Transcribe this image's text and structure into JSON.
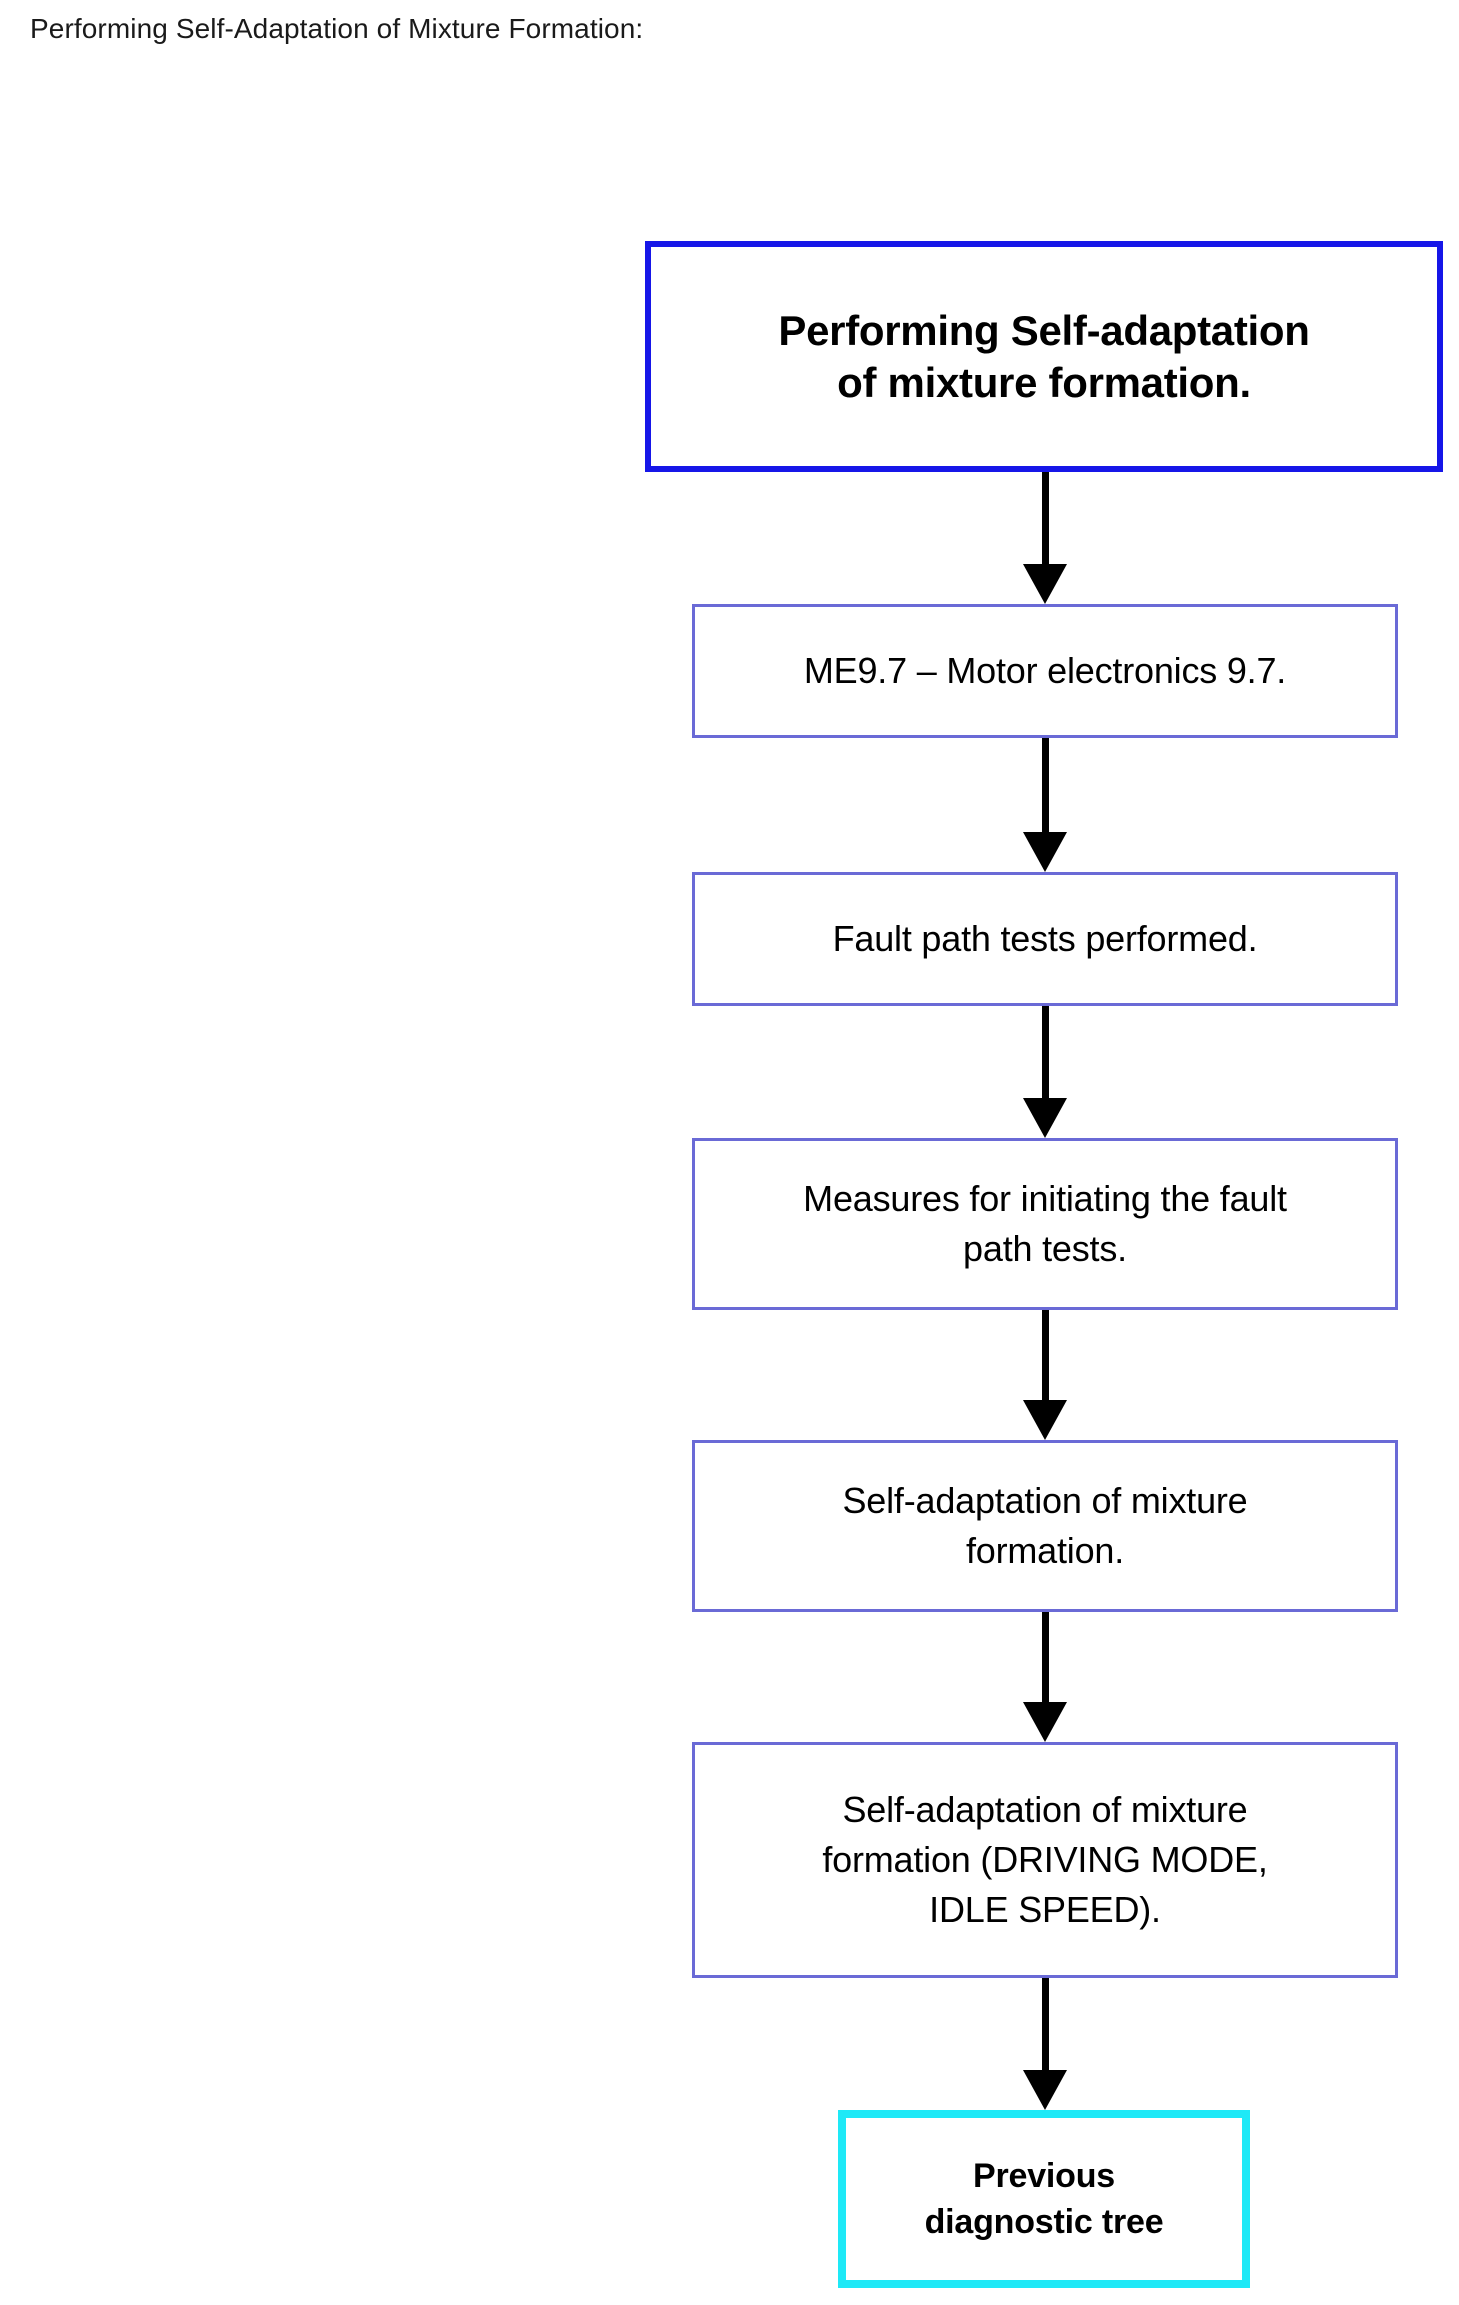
{
  "page": {
    "heading": "Performing Self-Adaptation of Mixture Formation:",
    "background_color": "#ffffff"
  },
  "colors": {
    "start_border": "#1616e8",
    "step_border": "#6a6ad6",
    "end_border": "#1ee9f7",
    "arrow": "#000000",
    "text": "#000000"
  },
  "flowchart": {
    "type": "flowchart",
    "orientation": "top-to-bottom",
    "node_count": 7,
    "arrow_count": 6,
    "nodes": [
      {
        "id": "node-start",
        "role": "start",
        "label": "Performing Self-adaptation\nof mixture formation.",
        "bold": true,
        "border_color": "#1616e8"
      },
      {
        "id": "node-me97",
        "role": "step",
        "label": "ME9.7 – Motor electronics 9.7.",
        "bold": false,
        "border_color": "#6a6ad6"
      },
      {
        "id": "node-fault-path-tests",
        "role": "step",
        "label": "Fault path tests performed.",
        "bold": false,
        "border_color": "#6a6ad6"
      },
      {
        "id": "node-measures",
        "role": "step",
        "label": "Measures for initiating the fault\npath tests.",
        "bold": false,
        "border_color": "#6a6ad6"
      },
      {
        "id": "node-self-adaptation",
        "role": "step",
        "label": "Self-adaptation of mixture\nformation.",
        "bold": false,
        "border_color": "#6a6ad6"
      },
      {
        "id": "node-self-adaptation-modes",
        "role": "step",
        "label": "Self-adaptation of mixture\nformation (DRIVING MODE,\nIDLE SPEED).",
        "bold": false,
        "border_color": "#6a6ad6"
      },
      {
        "id": "node-previous-tree",
        "role": "end",
        "label": "Previous\ndiagnostic tree",
        "bold": true,
        "border_color": "#1ee9f7"
      }
    ],
    "edges": [
      {
        "from": "node-start",
        "to": "node-me97",
        "arrow": "down"
      },
      {
        "from": "node-me97",
        "to": "node-fault-path-tests",
        "arrow": "down"
      },
      {
        "from": "node-fault-path-tests",
        "to": "node-measures",
        "arrow": "down"
      },
      {
        "from": "node-measures",
        "to": "node-self-adaptation",
        "arrow": "down"
      },
      {
        "from": "node-self-adaptation",
        "to": "node-self-adaptation-modes",
        "arrow": "down"
      },
      {
        "from": "node-self-adaptation-modes",
        "to": "node-previous-tree",
        "arrow": "down"
      }
    ]
  }
}
